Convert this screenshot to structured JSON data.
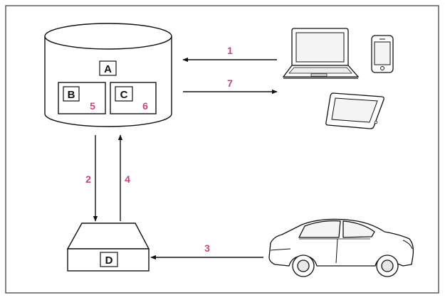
{
  "nodes": {
    "a": "A",
    "b": "B",
    "c": "C",
    "d": "D"
  },
  "steps": {
    "s1": "1",
    "s2": "2",
    "s3": "3",
    "s4": "4",
    "s5": "5",
    "s6": "6",
    "s7": "7"
  },
  "colors": {
    "step_label": "#c2477e",
    "line": "#111111",
    "frame": "#333333"
  },
  "icons": [
    "laptop-icon",
    "smartphone-icon",
    "tablet-icon",
    "car-icon"
  ]
}
